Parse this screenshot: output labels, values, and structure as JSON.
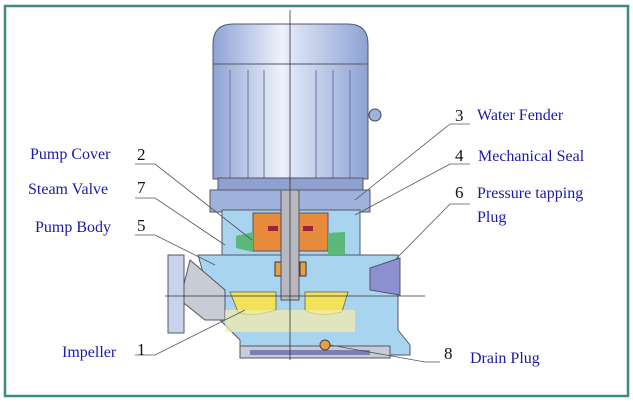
{
  "labels": {
    "water_fender": {
      "num": "3",
      "text": "Water Fender"
    },
    "mechanical_seal": {
      "num": "4",
      "text": "Mechanical Seal"
    },
    "pressure_tapping": {
      "num": "6",
      "text": "Pressure tapping",
      "text2": "Plug"
    },
    "drain_plug": {
      "num": "8",
      "text": "Drain Plug"
    },
    "pump_cover": {
      "num": "2",
      "text": "Pump Cover"
    },
    "steam_valve": {
      "num": "7",
      "text": "Steam Valve"
    },
    "pump_body": {
      "num": "5",
      "text": "Pump Body"
    },
    "impeller": {
      "num": "1",
      "text": "Impeller"
    }
  },
  "colors": {
    "frame": "#3d8a82",
    "label": "#1a1aa8",
    "motor": "#9fb2dc",
    "body": "#a9d4f0",
    "impeller": "#f2e25a",
    "seal": "#e88a3c",
    "casing": "#c8ccd4"
  }
}
